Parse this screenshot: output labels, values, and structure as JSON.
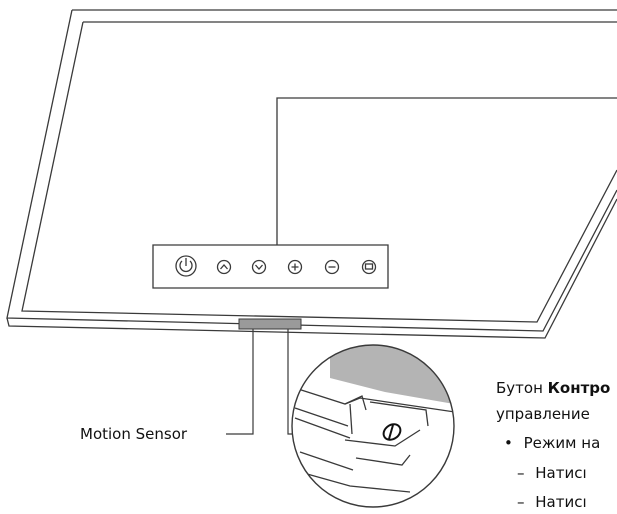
{
  "labels": {
    "motion_sensor": "Motion Sensor",
    "button_prefix": "Бутон ",
    "button_bold": "Контро",
    "second_line": "управление",
    "bullet_char": "•",
    "bullet_text": "Режим на",
    "dash_char": "–",
    "press_1": "Натисı",
    "press_2": "Натисı"
  },
  "icons": [
    {
      "name": "power-icon"
    },
    {
      "name": "chevron-up-icon"
    },
    {
      "name": "chevron-down-icon"
    },
    {
      "name": "plus-icon"
    },
    {
      "name": "minus-icon"
    },
    {
      "name": "source-icon"
    }
  ],
  "colors": {
    "line": "#3a3a3a",
    "sensor_fill": "#9a9a9a",
    "zoom_shade": "#b4b4b4"
  }
}
